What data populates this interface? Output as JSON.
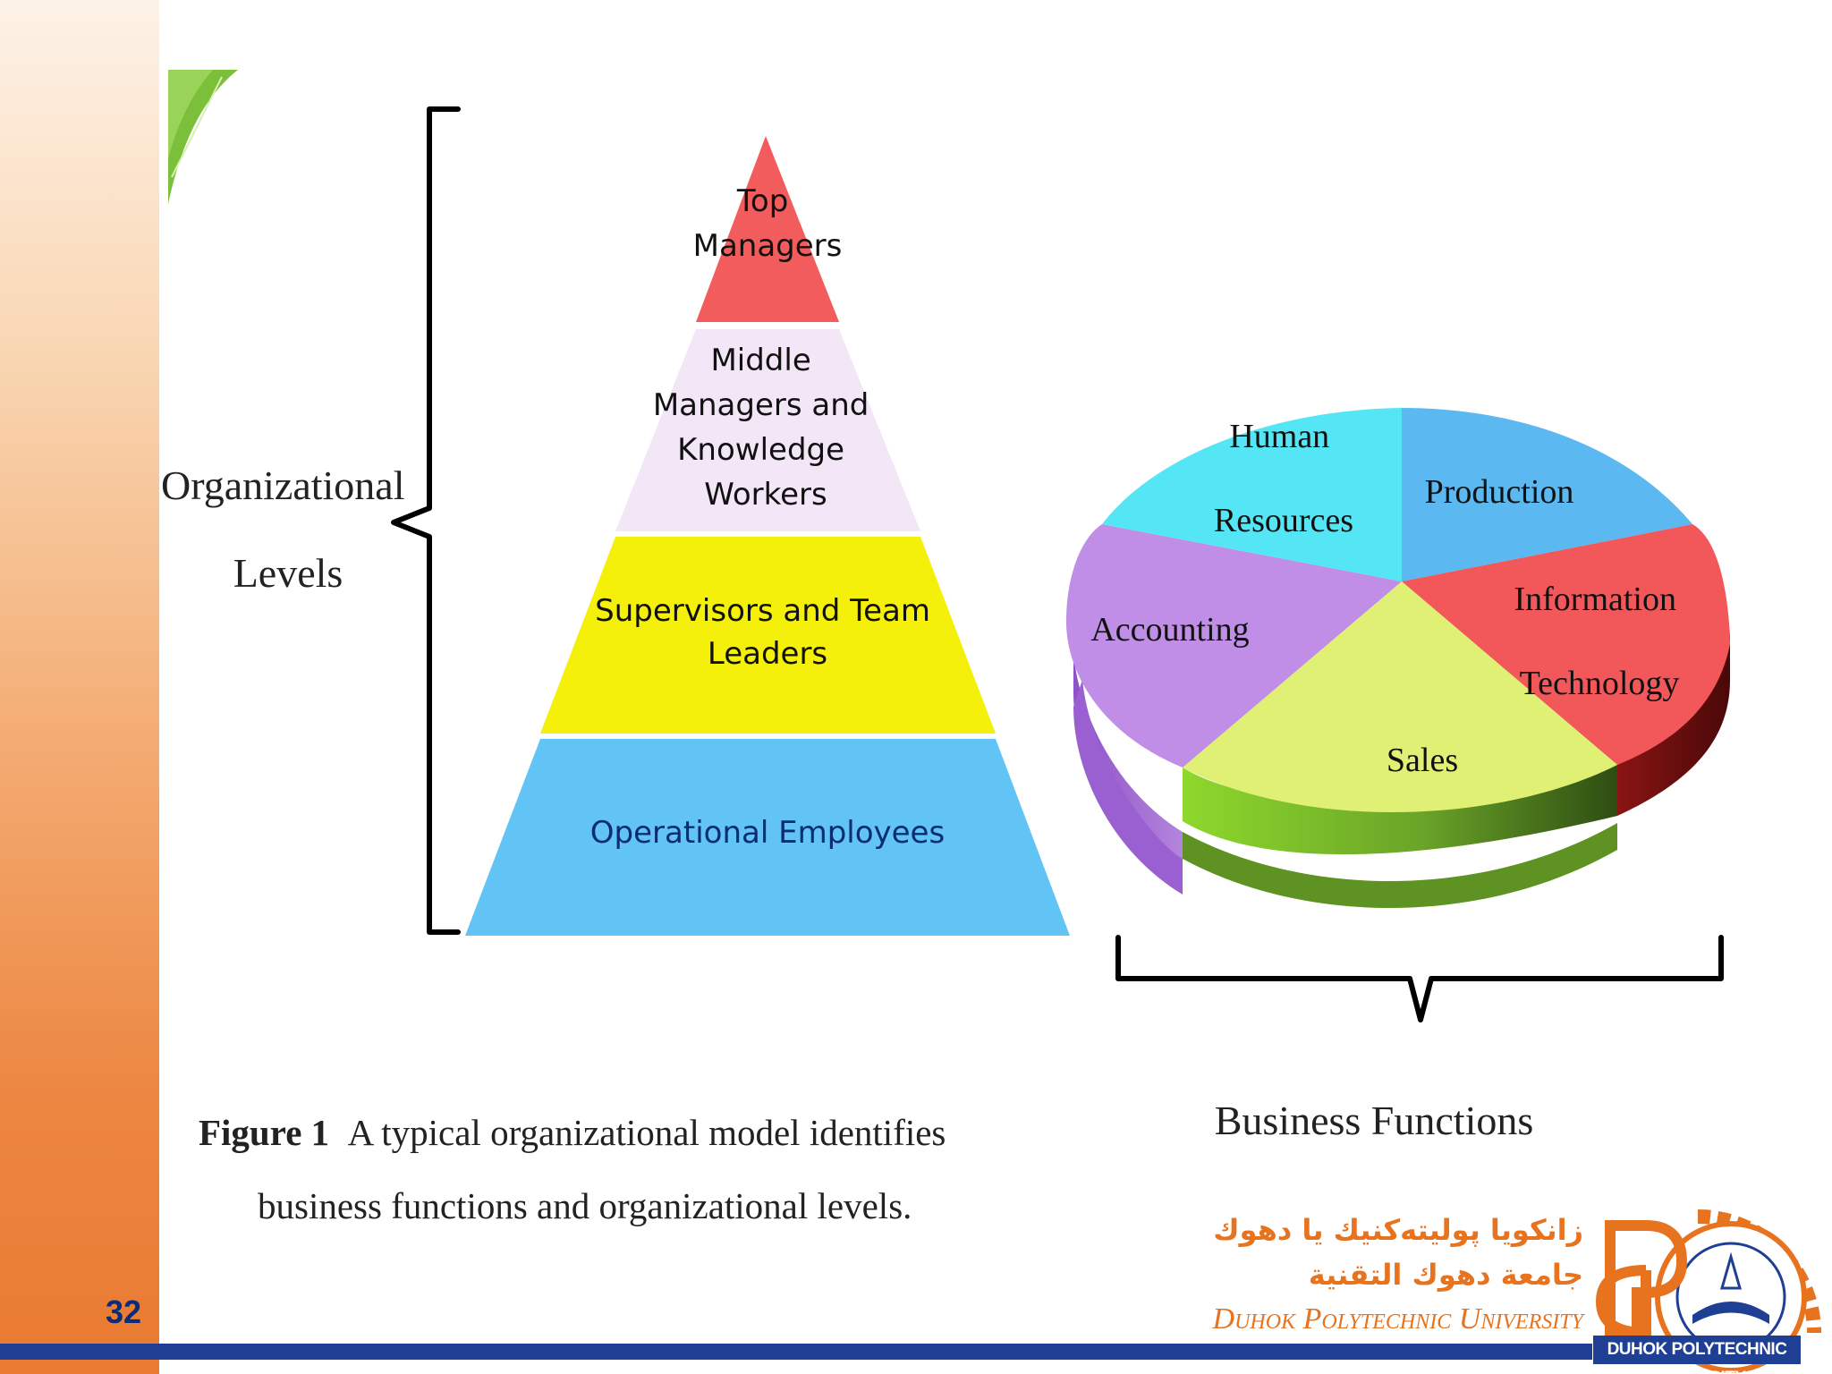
{
  "slide_number": "32",
  "pyramid": {
    "levels": [
      {
        "lines": [
          "Top",
          "Managers"
        ],
        "color": "#f25c5c"
      },
      {
        "lines": [
          "Middle",
          "Managers and",
          "Knowledge",
          "Workers"
        ],
        "color": "#f2e6f7"
      },
      {
        "lines": [
          "Supervisors and Team",
          "Leaders"
        ],
        "color": "#f5f00a"
      },
      {
        "lines": [
          "Operational Employees"
        ],
        "color": "#62c3f5"
      }
    ],
    "brace_label": [
      "Organizational",
      "Levels"
    ]
  },
  "pie": {
    "slices": [
      {
        "lines": [
          "Production"
        ],
        "color": "#5bb8f0"
      },
      {
        "lines": [
          "Information",
          "Technology"
        ],
        "color": "#f2585a"
      },
      {
        "lines": [
          "Sales"
        ],
        "color": "#dff075"
      },
      {
        "lines": [
          "Accounting"
        ],
        "color": "#c08ee6"
      },
      {
        "lines": [
          "Human",
          "Resources"
        ],
        "color": "#55e6f5"
      }
    ],
    "brace_label": "Business Functions"
  },
  "caption": {
    "label": "Figure 1",
    "line1": "A typical organizational model identifies",
    "line2": "business functions and organizational levels."
  },
  "logo": {
    "text_kurdish": "زانكويا پوليتەكنيك يا دهوك",
    "text_arabic": "جامعة دهوك التقنية",
    "text_english": "Duhok Polytechnic University",
    "badge": "DUHOK POLYTECHNIC UNIVERSITY",
    "brand_color": "#e8731e",
    "navy_color": "#1f3f95"
  }
}
